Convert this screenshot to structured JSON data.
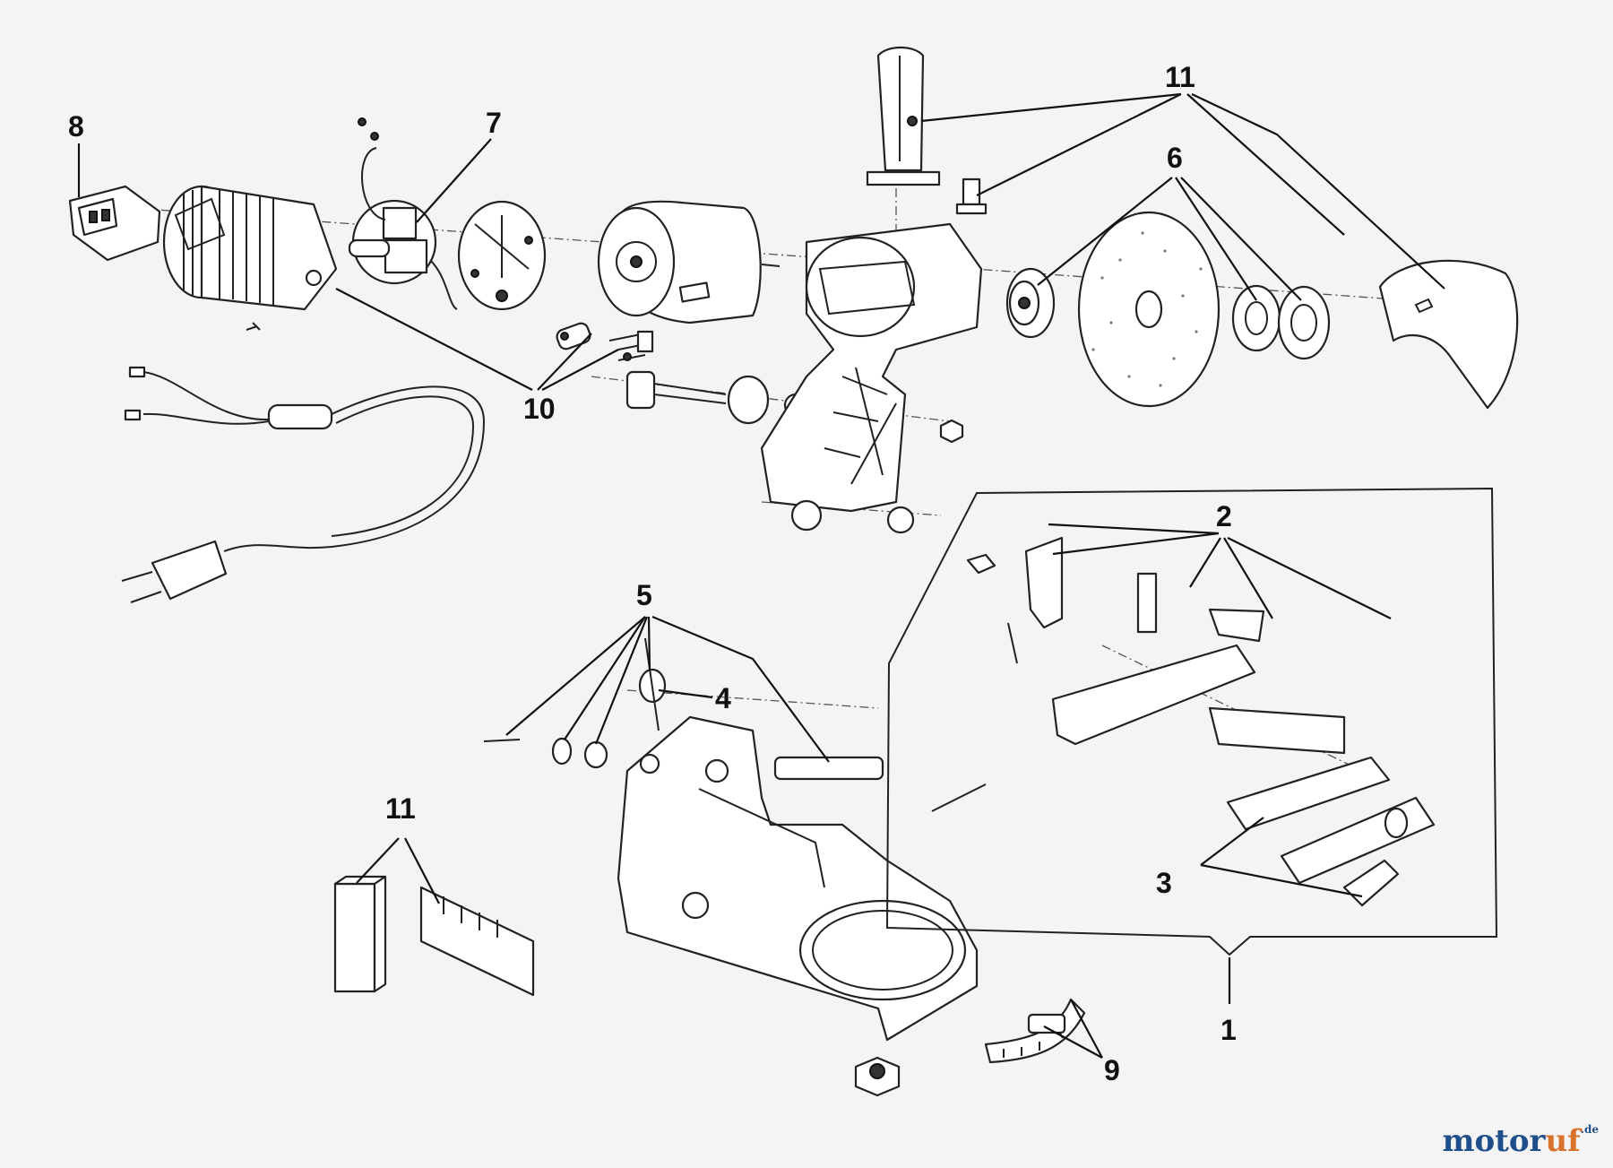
{
  "callouts": {
    "c1": "1",
    "c2": "2",
    "c3": "3",
    "c4": "4",
    "c5a": "5",
    "c6": "6",
    "c7": "7",
    "c8": "8",
    "c9": "9",
    "c10": "10",
    "c11_top": "11",
    "c11_bottom": "11"
  },
  "watermark": {
    "part1": "motor",
    "part2": "uf",
    "suffix": ".de"
  },
  "colors": {
    "brand_blue": "#1f4e8c",
    "brand_orange": "#d9722a"
  }
}
